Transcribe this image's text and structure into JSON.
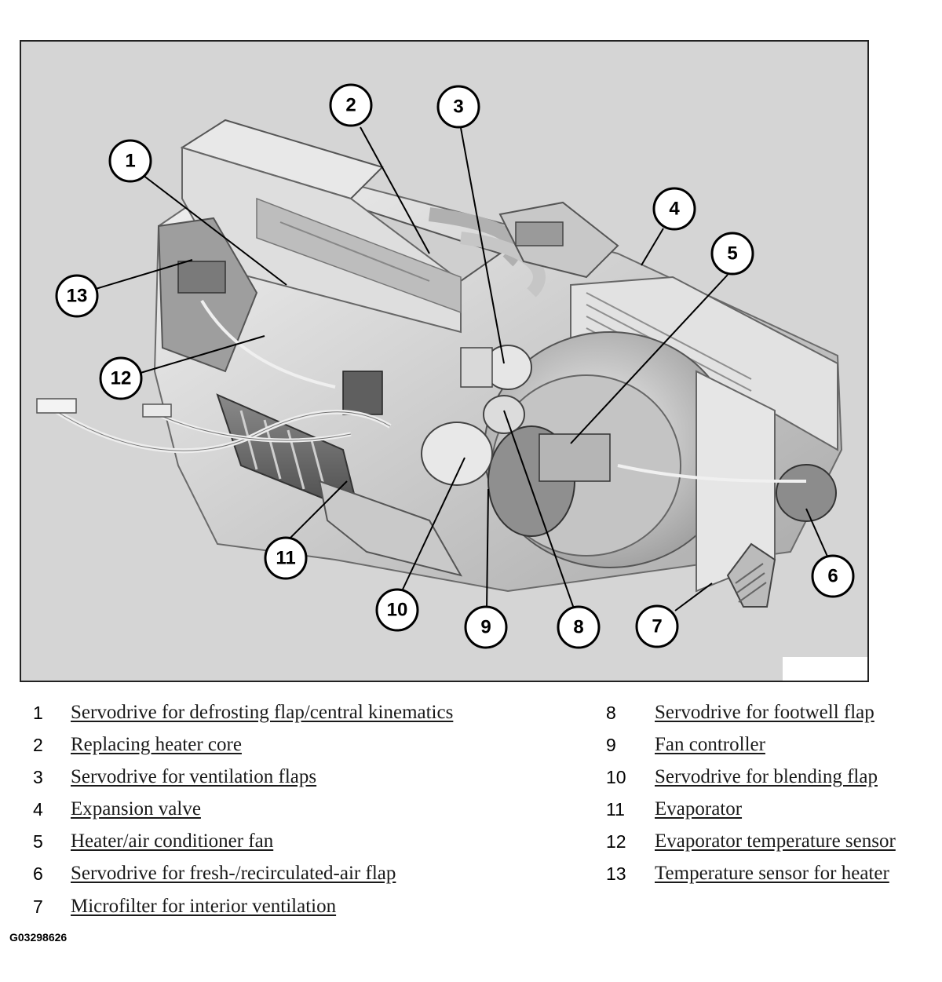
{
  "callouts": [
    "1",
    "2",
    "3",
    "4",
    "5",
    "6",
    "7",
    "8",
    "9",
    "10",
    "11",
    "12",
    "13"
  ],
  "legend": [
    {
      "number": "1",
      "label": "Servodrive for defrosting flap/central kinematics"
    },
    {
      "number": "2",
      "label": "Replacing heater core"
    },
    {
      "number": "3",
      "label": "Servodrive for ventilation flaps"
    },
    {
      "number": "4",
      "label": "Expansion valve"
    },
    {
      "number": "5",
      "label": "Heater/air conditioner fan"
    },
    {
      "number": "6",
      "label": "Servodrive for fresh-/recirculated-air flap"
    },
    {
      "number": "7",
      "label": "Microfilter for interior ventilation"
    },
    {
      "number": "8",
      "label": "Servodrive for footwell flap"
    },
    {
      "number": "9",
      "label": "Fan controller"
    },
    {
      "number": "10",
      "label": "Servodrive for blending flap"
    },
    {
      "number": "11",
      "label": "Evaporator"
    },
    {
      "number": "12",
      "label": "Evaporator temperature sensor"
    },
    {
      "number": "13",
      "label": "Temperature sensor for heater"
    }
  ],
  "figure_id": "G03298626",
  "colors": {
    "background": "#d5d5d5",
    "component_light": "#eeeeee",
    "component_mid": "#b9b9b9",
    "component_dark": "#6f6f6f"
  }
}
